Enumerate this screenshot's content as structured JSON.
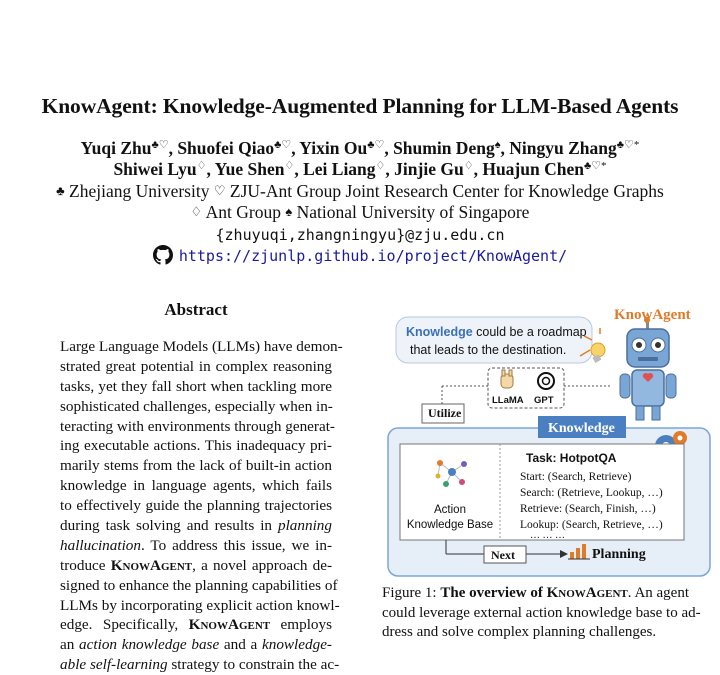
{
  "paper": {
    "title": "KnowAgent: Knowledge-Augmented Planning for LLM-Based Agents",
    "authors_line1": [
      {
        "name": "Yuqi Zhu",
        "mark": "♣♡"
      },
      {
        "name": "Shuofei Qiao",
        "mark": "♣♡"
      },
      {
        "name": "Yixin Ou",
        "mark": "♣♡"
      },
      {
        "name": "Shumin Deng",
        "mark": "♠"
      },
      {
        "name": "Ningyu Zhang",
        "mark": "♣♡*"
      }
    ],
    "authors_line2": [
      {
        "name": "Shiwei Lyu",
        "mark": "♢"
      },
      {
        "name": "Yue Shen",
        "mark": "♢"
      },
      {
        "name": "Lei Liang",
        "mark": "♢"
      },
      {
        "name": "Jinjie Gu",
        "mark": "♢"
      },
      {
        "name": "Huajun Chen",
        "mark": "♣♡*"
      }
    ],
    "affil_line1": {
      "s1": "♣",
      "t1": "Zhejiang University",
      "s2": "♡",
      "t2": "ZJU-Ant Group Joint Research Center for Knowledge Graphs"
    },
    "affil_line2": {
      "s1": "♢",
      "t1": "Ant Group",
      "s2": "♠",
      "t2": "National University of Singapore"
    },
    "email": "{zhuyuqi,zhangningyu}@zju.edu.cn",
    "url": "https://zjunlp.github.io/project/KnowAgent/"
  },
  "abstract": {
    "heading": "Abstract",
    "lines": [
      "Large Language Models (LLMs) have demon-",
      "strated great potential in complex reasoning",
      "tasks, yet they fall short when tackling more",
      "sophisticated challenges, especially when in-",
      "teracting with environments through generat-",
      "ing executable actions.  This inadequacy pri-",
      "marily stems from the lack of built-in action",
      "knowledge in language agents, which fails",
      "to effectively guide the planning trajectories",
      "during task solving and results in",
      "hallucination.  To address this issue, we in-",
      "troduce",
      "signed to enhance the planning capabilities of",
      "LLMs by incorporating explicit action knowl-",
      "edge.  Specifically,",
      "an",
      "able self-learning"
    ],
    "italic_planning": "planning",
    "knowagent_sc": "KnowAgent",
    "line12_tail": ", a novel approach de-",
    "line15_tail": " employs",
    "line16_italic_a": "action knowledge base",
    "line16_mid": " and a ",
    "line16_italic_b": "knowledge-",
    "line17_tail": " strategy to constrain the ac-"
  },
  "figure": {
    "brand": "KnowAgent",
    "bubble_word": "Knowledge",
    "bubble_rest": " could be a roadmap",
    "bubble_line2": "that leads to  the destination.",
    "llama_label": "LLaMA",
    "gpt_label": "GPT",
    "utilize_label": "Utilize",
    "knowledge_tab": "Knowledge",
    "kb_label_1": "Action",
    "kb_label_2": "Knowledge Base",
    "task_title": "Task:  HotpotQA",
    "rules": [
      "Start: (Search, Retrieve)",
      "Search: (Retrieve, Lookup, …)",
      "Retrieve: (Search, Finish, …)",
      "Lookup: (Search, Retrieve, …)",
      "… … …"
    ],
    "next_label": "Next",
    "planning_label": "Planning",
    "caption_prefix": "Figure 1: ",
    "caption_bold": "The overview of ",
    "caption_sc": "KnowAgent",
    "caption_rest1": ". An agent",
    "caption_line2": "could leverage external action knowledge base to ad-",
    "caption_line3": "dress and solve complex planning challenges.",
    "colors": {
      "blue": "#4a7fc1",
      "light_blue": "#e6eef8",
      "orange": "#e07b2a"
    }
  }
}
